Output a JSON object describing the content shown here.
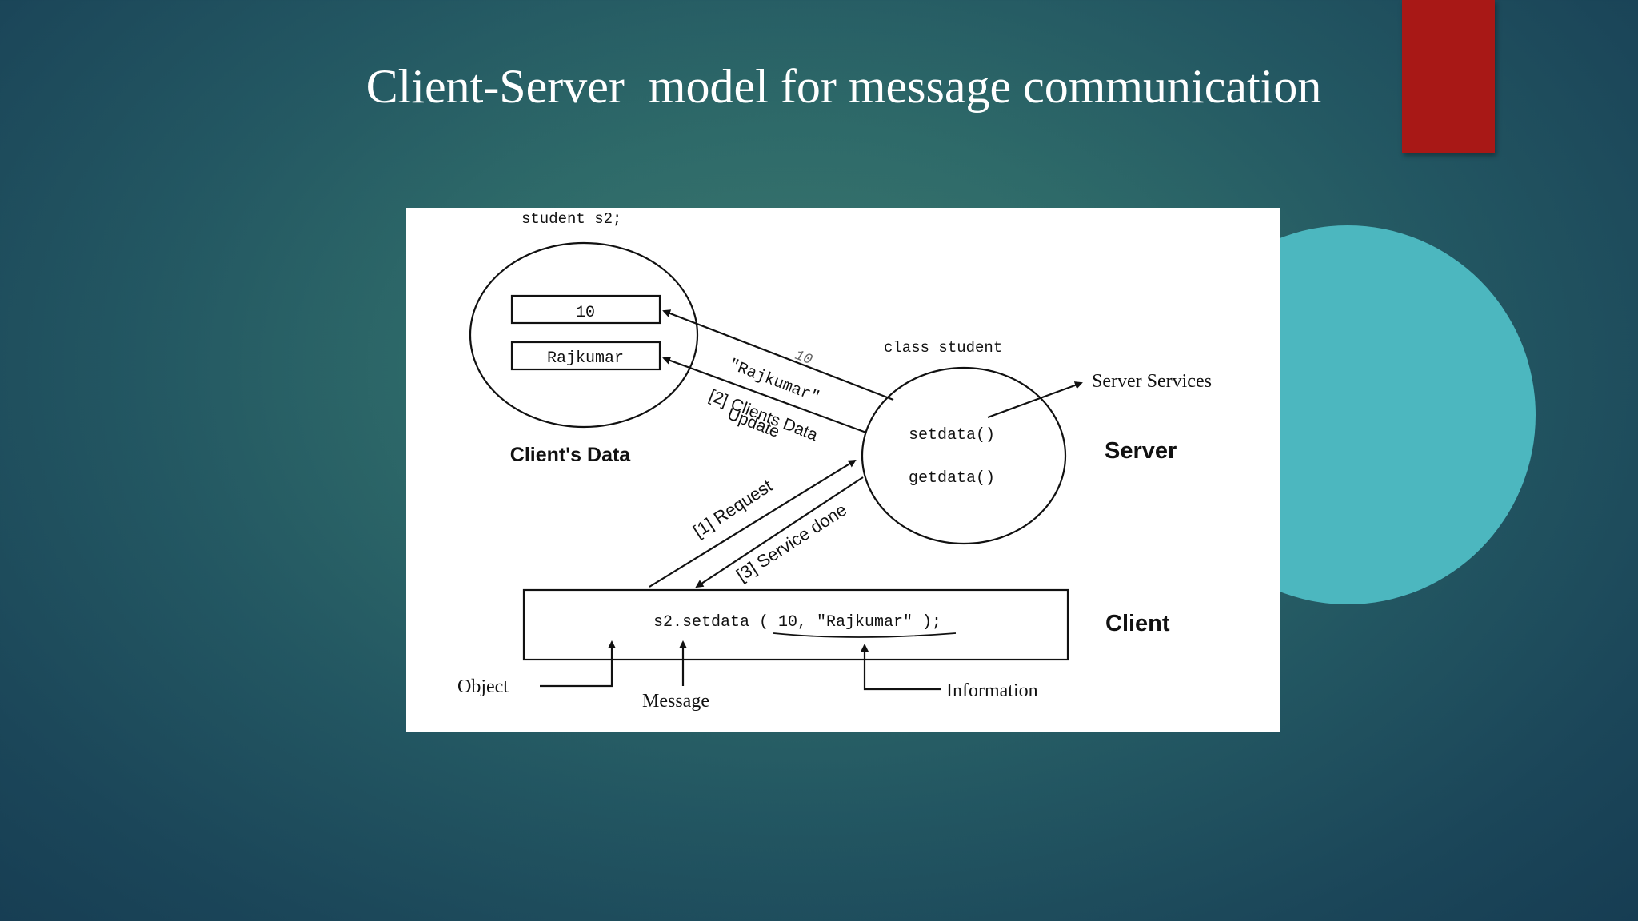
{
  "slide": {
    "title": "Client-Server  model for message communication"
  },
  "diagram": {
    "declaration": "student s2;",
    "client_data": {
      "value1": "10",
      "value2": "Rajkumar",
      "caption": "Client's Data"
    },
    "server": {
      "class_label": "class student",
      "method1": "setdata()",
      "method2": "getdata()",
      "caption": "Server",
      "services_label": "Server Services"
    },
    "arrow_labels": {
      "return_value1": "10",
      "return_value2": "\"Rajkumar\"",
      "update_line1": "[2] Clients Data",
      "update_line2": "Update",
      "request": "[1] Request",
      "service_done": "[3] Service done"
    },
    "client": {
      "statement": "s2.setdata ( 10, \"Rajkumar\" );",
      "caption": "Client",
      "object_label": "Object",
      "message_label": "Message",
      "information_label": "Information"
    }
  },
  "colors": {
    "red_accent": "#a81816",
    "circle_accent": "#4cb7bf"
  }
}
